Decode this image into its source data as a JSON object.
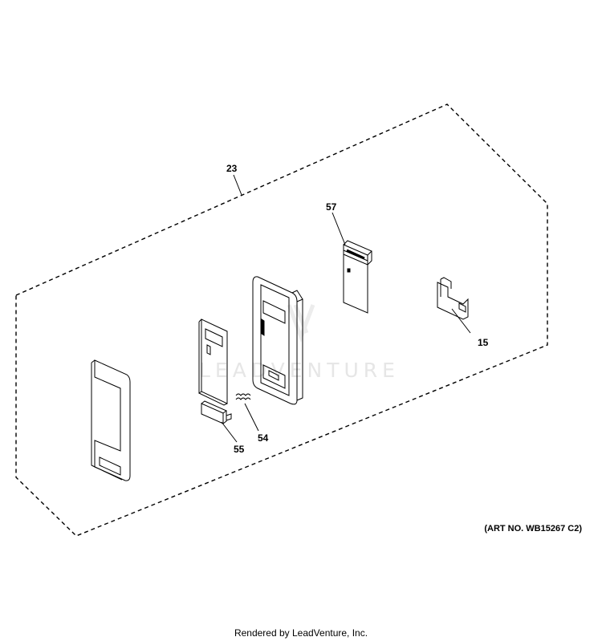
{
  "callouts": {
    "kit": "23",
    "switch_board": "57",
    "latch": "15",
    "spring": "54",
    "button": "55"
  },
  "watermark": "LEADVENTURE",
  "art_number": "(ART NO. WB15267 C2)",
  "footer": "Rendered by LeadVenture, Inc."
}
